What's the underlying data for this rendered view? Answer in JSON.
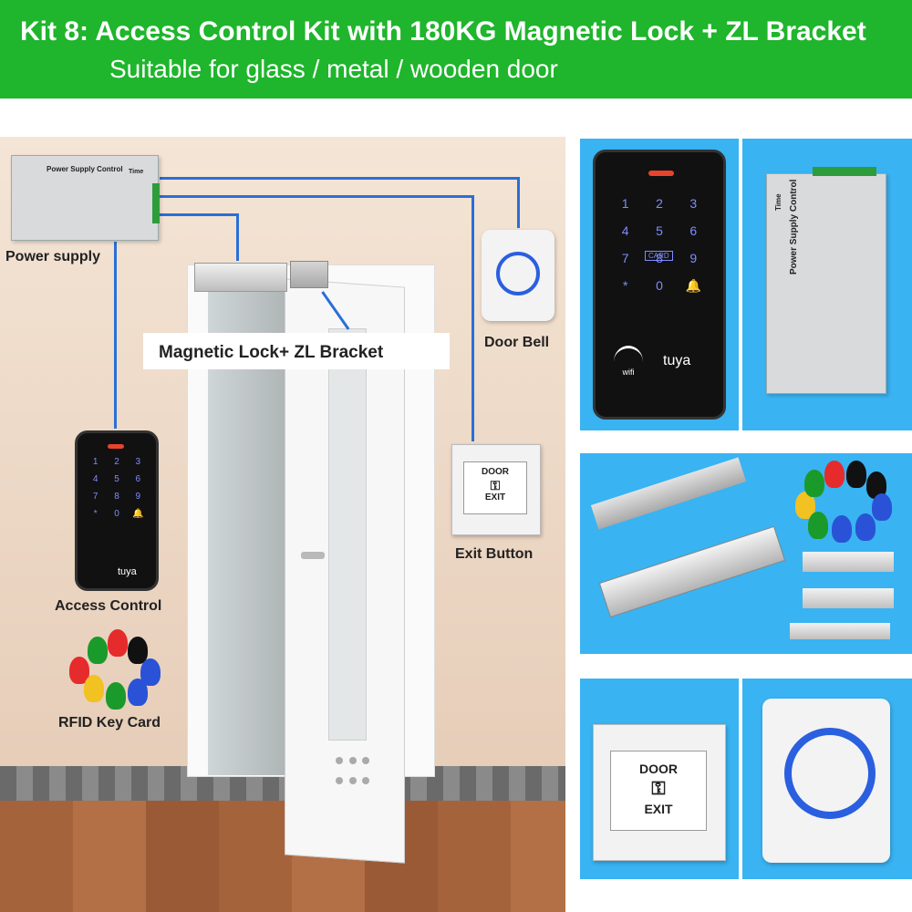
{
  "banner": {
    "title": "Kit 8: Access Control Kit with 180KG Magnetic Lock + ZL Bracket",
    "subtitle": "Suitable for glass / metal / wooden door"
  },
  "labels": {
    "power_supply": "Power supply",
    "magnetic_lock": "Magnetic Lock+ ZL Bracket",
    "door_bell": "Door Bell",
    "access_control": "Access Control",
    "exit_button": "Exit Button",
    "rfid_key_card": "RFID Key Card"
  },
  "psu": {
    "title": "Power Supply Control",
    "time": "Time"
  },
  "keypad": {
    "keys": [
      "1",
      "2",
      "3",
      "4",
      "5",
      "6",
      "7",
      "8",
      "9",
      "*",
      "0",
      "🔔"
    ],
    "card_key": "CARD",
    "brand": "tuya",
    "wifi": "wifi"
  },
  "exit": {
    "top": "DOOR",
    "bottom": "EXIT"
  },
  "colors": {
    "banner": "#1fb52c",
    "panel": "#39b3f2",
    "wire": "#2a6fd6"
  }
}
